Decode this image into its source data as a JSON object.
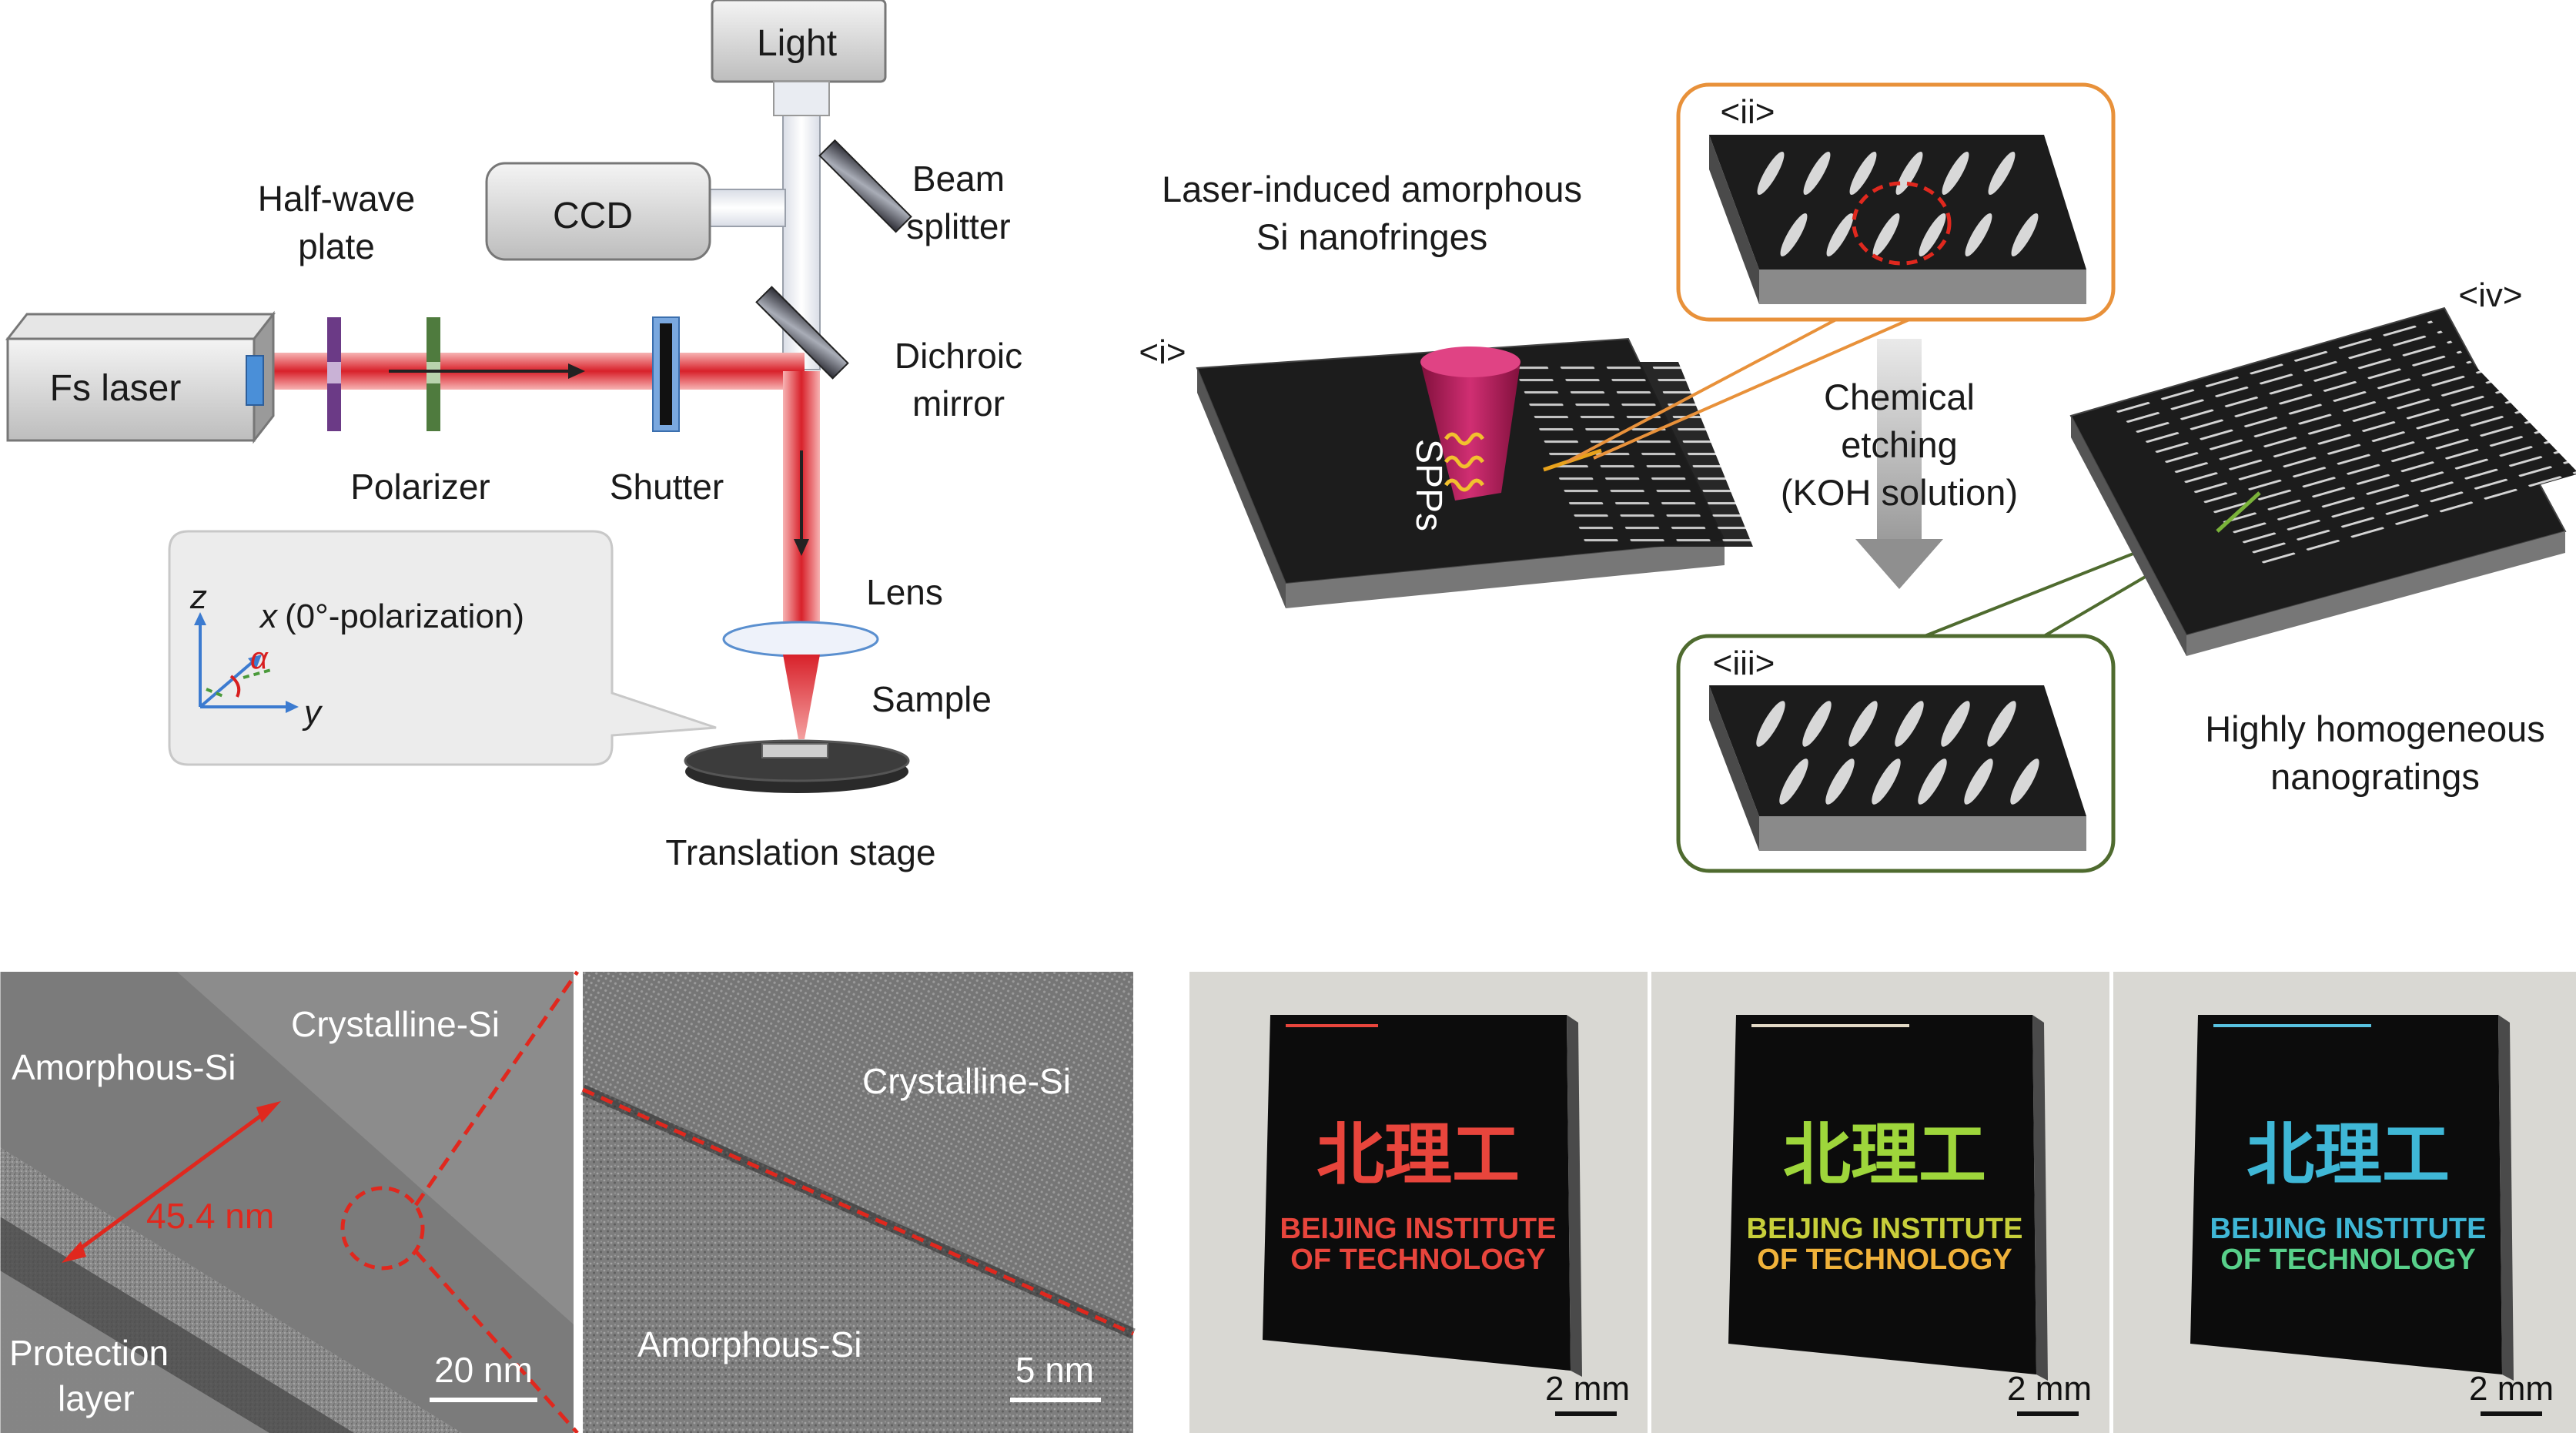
{
  "setup": {
    "light": "Light",
    "ccd": "CCD",
    "beam_splitter": [
      "Beam",
      "splitter"
    ],
    "half_wave_plate": [
      "Half-wave",
      "plate"
    ],
    "dichroic_mirror": [
      "Dichroic",
      "mirror"
    ],
    "fs_laser": "Fs laser",
    "polarizer": "Polarizer",
    "shutter": "Shutter",
    "lens": "Lens",
    "sample": "Sample",
    "translation_stage": "Translation stage",
    "axis_z": "z",
    "axis_x": "x",
    "polarization_text": "(0°-polarization)",
    "axis_y": "y",
    "alpha": "α",
    "colors": {
      "laser": "#d8212a",
      "housing": "#c8c8c8",
      "optic_blue": "#5a8fcf"
    }
  },
  "process": {
    "title": [
      "Laser-induced amorphous",
      "Si nanofringes"
    ],
    "label_i": "<i>",
    "label_ii": "<ii>",
    "label_iii": "<iii>",
    "label_iv": "<iv>",
    "spps": "SPPs",
    "etching": [
      "Chemical",
      "etching",
      "(KOH solution)"
    ],
    "result": [
      "Highly homogeneous",
      "nanogratings"
    ],
    "colors": {
      "callout_orange": "#e8913a",
      "callout_green": "#4f6b2f",
      "cone": "#c0185a"
    }
  },
  "tem": {
    "amorphous_left": "Amorphous-Si",
    "crystalline_left": "Crystalline-Si",
    "thickness": "45.4 nm",
    "protection": [
      "Protection",
      "layer"
    ],
    "scale_left": "20 nm",
    "crystalline_right": "Crystalline-Si",
    "amorphous_right": "Amorphous-Si",
    "scale_right": "5 nm",
    "colors": {
      "annotation": "#e0281e"
    }
  },
  "photos": {
    "chars": "北理工",
    "line1": "BEIJING INSTITUTE",
    "line2": "OF TECHNOLOGY",
    "scale": "2 mm",
    "colors": {
      "red": "#e8453c",
      "green_a": "#9ed63b",
      "green_b": "#f0b23a",
      "blue": "#3fb7d6",
      "blue_b": "#58d08a"
    }
  }
}
